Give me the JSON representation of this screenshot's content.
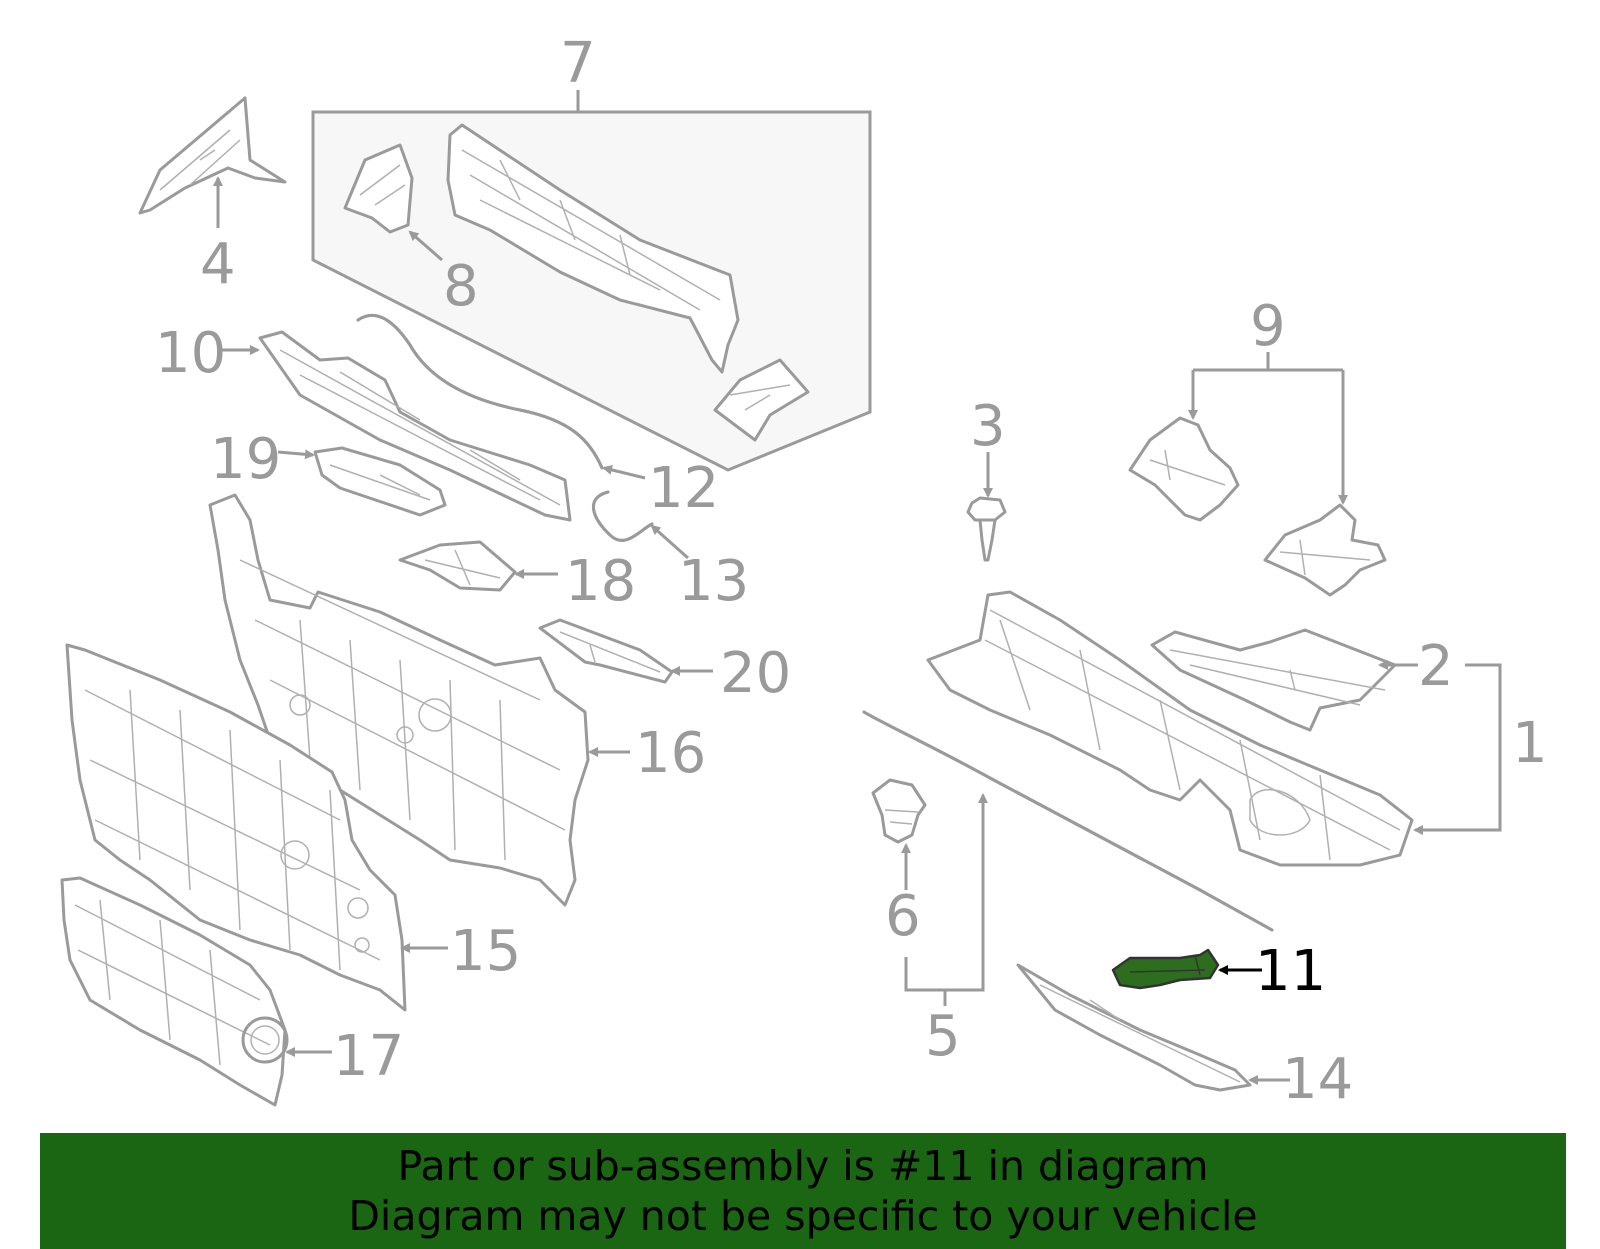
{
  "callouts": {
    "c1": "1",
    "c2": "2",
    "c3": "3",
    "c4": "4",
    "c5": "5",
    "c6": "6",
    "c7": "7",
    "c8": "8",
    "c9": "9",
    "c10": "10",
    "c11": "11",
    "c12": "12",
    "c13": "13",
    "c14": "14",
    "c15": "15",
    "c16": "16",
    "c17": "17",
    "c18": "18",
    "c19": "19",
    "c20": "20"
  },
  "highlighted_part": "11",
  "colors": {
    "banner_bg": "#1a6612",
    "highlight_fill": "#2d6e1e",
    "part_stroke": "#9a9a9a"
  },
  "banner": {
    "line1": "Part or sub-assembly is #11 in diagram",
    "line2": "Diagram may not be specific to your vehicle"
  }
}
